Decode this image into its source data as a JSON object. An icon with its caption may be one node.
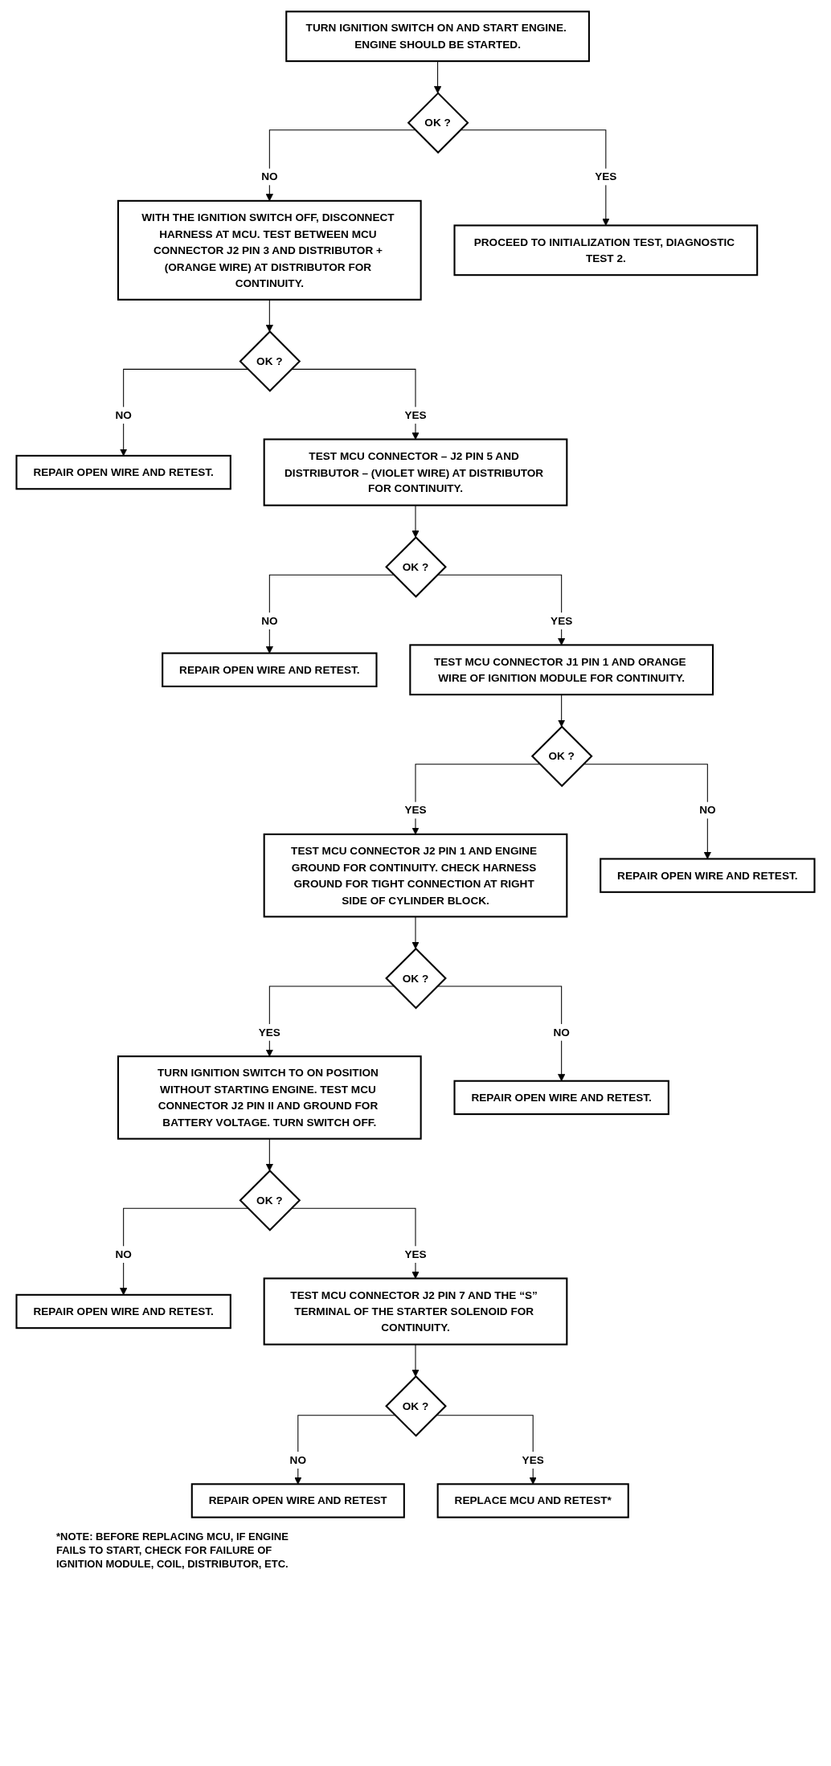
{
  "diagram": {
    "nodes": [
      {
        "text": [
          "TURN IGNITION SWITCH ON AND START ENGINE. ENGINE SHOULD BE STARTED."
        ]
      },
      {
        "text": [
          "OK ?"
        ]
      },
      {
        "text": [
          "WITH THE IGNITION SWITCH OFF, DISCONNECT HARNESS AT MCU. TEST BETWEEN MCU CONNECTOR J2 PIN 3 AND DISTRIBUTOR + (ORANGE WIRE) AT DISTRIBUTOR FOR CONTINUITY."
        ]
      },
      {
        "text": [
          "PROCEED TO INITIALIZATION TEST, DIAGNOSTIC TEST 2."
        ]
      },
      {
        "text": [
          "OK ?"
        ]
      },
      {
        "text": [
          "REPAIR OPEN WIRE AND RETEST."
        ]
      },
      {
        "text": [
          "TEST MCU CONNECTOR – J2 PIN 5 AND DISTRIBUTOR – (VIOLET WIRE) AT DISTRIBUTOR FOR CONTINUITY."
        ]
      },
      {
        "text": [
          "OK ?"
        ]
      },
      {
        "text": [
          "REPAIR OPEN WIRE AND RETEST."
        ]
      },
      {
        "text": [
          "TEST MCU CONNECTOR J1 PIN 1 AND ORANGE WIRE OF IGNITION MODULE FOR CONTINUITY."
        ]
      },
      {
        "text": [
          "OK ?"
        ]
      },
      {
        "text": [
          "TEST MCU CONNECTOR J2 PIN 1 AND ENGINE GROUND FOR CONTINUITY. CHECK HARNESS GROUND FOR TIGHT CONNECTION AT RIGHT SIDE OF CYLINDER BLOCK."
        ]
      },
      {
        "text": [
          "REPAIR OPEN WIRE AND RETEST."
        ]
      },
      {
        "text": [
          "OK ?"
        ]
      },
      {
        "text": [
          "TURN IGNITION SWITCH TO ON POSITION WITHOUT STARTING ENGINE. TEST MCU CONNECTOR J2 PIN II AND GROUND FOR BATTERY VOLTAGE. TURN SWITCH OFF."
        ]
      },
      {
        "text": [
          "REPAIR OPEN WIRE AND RETEST."
        ]
      },
      {
        "text": [
          "OK ?"
        ]
      },
      {
        "text": [
          "REPAIR OPEN WIRE AND RETEST."
        ]
      },
      {
        "text": [
          "TEST MCU CONNECTOR J2 PIN 7 AND THE “S” TERMINAL OF THE STARTER SOLENOID FOR CONTINUITY."
        ]
      },
      {
        "text": [
          "OK ?"
        ]
      },
      {
        "text": [
          "REPAIR OPEN WIRE AND RETEST"
        ]
      },
      {
        "text": [
          "REPLACE MCU AND RETEST*"
        ]
      }
    ],
    "edges": [
      {
        "from": 0,
        "to": 1,
        "arrow": "to"
      },
      {
        "from": 1,
        "to": 2,
        "arrow": "to",
        "label": "NO"
      },
      {
        "from": 1,
        "to": 3,
        "arrow": "to",
        "label": "YES"
      },
      {
        "from": 2,
        "to": 4,
        "arrow": "to"
      },
      {
        "from": 4,
        "to": 5,
        "arrow": "to",
        "label": "NO"
      },
      {
        "from": 4,
        "to": 6,
        "arrow": "to",
        "label": "YES"
      },
      {
        "from": 6,
        "to": 7,
        "arrow": "to"
      },
      {
        "from": 7,
        "to": 8,
        "arrow": "to",
        "label": "NO"
      },
      {
        "from": 7,
        "to": 9,
        "arrow": "to",
        "label": "YES"
      },
      {
        "from": 9,
        "to": 10,
        "arrow": "to"
      },
      {
        "from": 10,
        "to": 11,
        "arrow": "to",
        "label": "YES"
      },
      {
        "from": 10,
        "to": 12,
        "arrow": "to",
        "label": "NO"
      },
      {
        "from": 11,
        "to": 13,
        "arrow": "to"
      },
      {
        "from": 13,
        "to": 14,
        "arrow": "to",
        "label": "YES"
      },
      {
        "from": 13,
        "to": 15,
        "arrow": "to",
        "label": "NO"
      },
      {
        "from": 14,
        "to": 16,
        "arrow": "to"
      },
      {
        "from": 16,
        "to": 17,
        "arrow": "to",
        "label": "NO"
      },
      {
        "from": 16,
        "to": 18,
        "arrow": "to",
        "label": "YES"
      },
      {
        "from": 18,
        "to": 19,
        "arrow": "to"
      },
      {
        "from": 19,
        "to": 20,
        "arrow": "to",
        "label": "NO"
      },
      {
        "from": 19,
        "to": 21,
        "arrow": "to",
        "label": "YES"
      }
    ],
    "labels": [
      "*NOTE: BEFORE REPLACING MCU, IF ENGINE FAILS TO START, CHECK FOR FAILURE OF IGNITION MODULE, COIL, DISTRIBUTOR, ETC."
    ]
  }
}
